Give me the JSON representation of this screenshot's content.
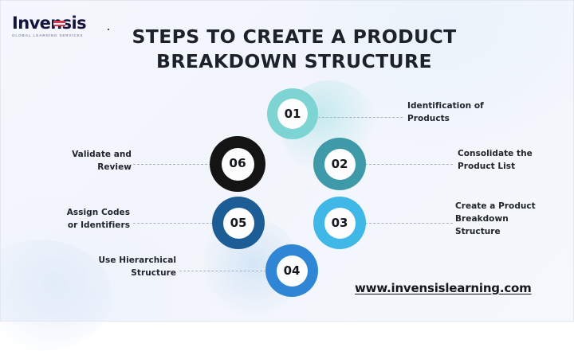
{
  "brand": {
    "logo_word": "Invensis",
    "logo_tagline": "Global Learning Services",
    "url": "www.invensislearning.com",
    "accent_red": "#d93a4a",
    "logo_navy": "#14143c"
  },
  "header": {
    "title_line1": "STEPS TO CREATE A PRODUCT",
    "title_line2": "BREAKDOWN STRUCTURE"
  },
  "chart_data": {
    "type": "diagram",
    "title": "STEPS TO CREATE A PRODUCT BREAKDOWN STRUCTURE",
    "steps": [
      {
        "number": "01",
        "label": "Identification of Products",
        "color": "#7ed4d2",
        "side": "right"
      },
      {
        "number": "02",
        "label": "Consolidate the Product List",
        "color": "#3e9aa8",
        "side": "right"
      },
      {
        "number": "03",
        "label": "Create a Product Breakdown Structure",
        "color": "#3fb8e8",
        "side": "right"
      },
      {
        "number": "04",
        "label": "Use Hierarchical Structure",
        "color": "#2e86d4",
        "side": "left"
      },
      {
        "number": "05",
        "label": "Assign Codes or Identifiers",
        "color": "#1d5d96",
        "side": "left"
      },
      {
        "number": "06",
        "label": "Validate and Review",
        "color": "#141414",
        "side": "left"
      }
    ]
  },
  "steps": {
    "s1": {
      "number": "01",
      "label_line1": "Identification of",
      "label_line2": "Products"
    },
    "s2": {
      "number": "02",
      "label_line1": "Consolidate the",
      "label_line2": "Product List"
    },
    "s3": {
      "number": "03",
      "label_line1": "Create a Product",
      "label_line2": "Breakdown",
      "label_line3": "Structure"
    },
    "s4": {
      "number": "04",
      "label_line1": "Use Hierarchical",
      "label_line2": "Structure"
    },
    "s5": {
      "number": "05",
      "label_line1": "Assign Codes",
      "label_line2": "or Identifiers"
    },
    "s6": {
      "number": "06",
      "label_line1": "Validate and",
      "label_line2": "Review"
    }
  }
}
